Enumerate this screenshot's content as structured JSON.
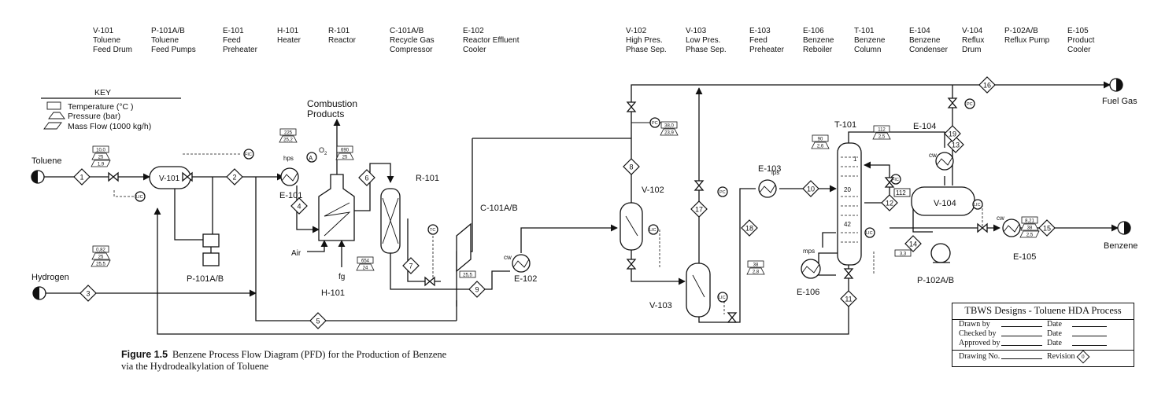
{
  "header_equipment": [
    {
      "tag": "V-101",
      "l1": "Toluene",
      "l2": "Feed Drum"
    },
    {
      "tag": "P-101A/B",
      "l1": "Toluene",
      "l2": "Feed Pumps"
    },
    {
      "tag": "E-101",
      "l1": "Feed",
      "l2": "Preheater"
    },
    {
      "tag": "H-101",
      "l1": "Heater",
      "l2": ""
    },
    {
      "tag": "R-101",
      "l1": "Reactor",
      "l2": ""
    },
    {
      "tag": "C-101A/B",
      "l1": "Recycle Gas",
      "l2": "Compressor"
    },
    {
      "tag": "E-102",
      "l1": "Reactor Effluent",
      "l2": "Cooler"
    },
    {
      "tag": "V-102",
      "l1": "High Pres.",
      "l2": "Phase Sep."
    },
    {
      "tag": "V-103",
      "l1": "Low Pres.",
      "l2": "Phase Sep."
    },
    {
      "tag": "E-103",
      "l1": "Feed",
      "l2": "Preheater"
    },
    {
      "tag": "E-106",
      "l1": "Benzene",
      "l2": "Reboiler"
    },
    {
      "tag": "T-101",
      "l1": "Benzene",
      "l2": "Column"
    },
    {
      "tag": "E-104",
      "l1": "Benzene",
      "l2": "Condenser"
    },
    {
      "tag": "V-104",
      "l1": "Reflux",
      "l2": "Drum"
    },
    {
      "tag": "P-102A/B",
      "l1": "Reflux Pump",
      "l2": ""
    },
    {
      "tag": "E-105",
      "l1": "Product",
      "l2": "Cooler"
    }
  ],
  "key": {
    "title": "KEY",
    "temperature": "Temperature (°C )",
    "pressure": "Pressure (bar)",
    "mass_flow": "Mass Flow (1000 kg/h)"
  },
  "streams": {
    "toluene": "Toluene",
    "hydrogen": "Hydrogen",
    "fuel_gas": "Fuel Gas",
    "benzene": "Benzene",
    "combustion_1": "Combustion",
    "combustion_2": "Products",
    "air": "Air",
    "fg": "fg"
  },
  "equipment_labels": {
    "v101": "V-101",
    "p101": "P-101A/B",
    "e101": "E-101",
    "h101": "H-101",
    "r101": "R-101",
    "c101": "C-101A/B",
    "e102": "E-102",
    "v102": "V-102",
    "v103": "V-103",
    "e103": "E-103",
    "t101": "T-101",
    "e104": "E-104",
    "v104": "V-104",
    "e106": "E-106",
    "p102": "P-102A/B",
    "e105": "E-105"
  },
  "utilities": {
    "hps": "hps",
    "lps": "lps",
    "mps": "mps",
    "cw": "cw",
    "o2": "O",
    "o2_sub": "2",
    "a": "A"
  },
  "stream_numbers": [
    "1",
    "2",
    "3",
    "4",
    "5",
    "6",
    "7",
    "8",
    "9",
    "10",
    "11",
    "12",
    "13",
    "14",
    "15",
    "16",
    "17",
    "18",
    "19"
  ],
  "tray_numbers": [
    "1",
    "20",
    "42"
  ],
  "tray_112": "112",
  "flags": [
    {
      "t": "10,0",
      "p": "25",
      "f": "1,9"
    },
    {
      "t": "225",
      "p": "25,2",
      "f": ""
    },
    {
      "t": "690",
      "p": "25",
      "f": ""
    },
    {
      "t": "0,82",
      "p": "25",
      "f": "25,5"
    },
    {
      "t": "654",
      "p": "24",
      "f": ""
    },
    {
      "t": "25,5",
      "p": "",
      "f": ""
    },
    {
      "t": "38,0",
      "p": "23,9",
      "f": ""
    },
    {
      "t": "90",
      "p": "2,6",
      "f": ""
    },
    {
      "t": "112",
      "p": "2,5",
      "f": ""
    },
    {
      "t": "38",
      "p": "2,8",
      "f": ""
    },
    {
      "t": "3,3",
      "p": "",
      "f": ""
    },
    {
      "t": "8,21",
      "p": "38",
      "f": "2,5"
    }
  ],
  "controllers": {
    "lic": "LIC",
    "fic": "FIC",
    "pc": "PC",
    "tc": "TC"
  },
  "caption": {
    "figure": "Figure 1.5",
    "line1": "Benzene Process Flow Diagram (PFD) for the Production of Benzene",
    "line2": "via the Hydrodealkylation of Toluene"
  },
  "title_block": {
    "heading": "TBWS Designs  -  Toluene HDA Process",
    "drawn_by": "Drawn by",
    "checked_by": "Checked by",
    "approved_by": "Approved by",
    "date": "Date",
    "drawing_no": "Drawing No.",
    "revision": "Revision",
    "revision_value": "0"
  }
}
